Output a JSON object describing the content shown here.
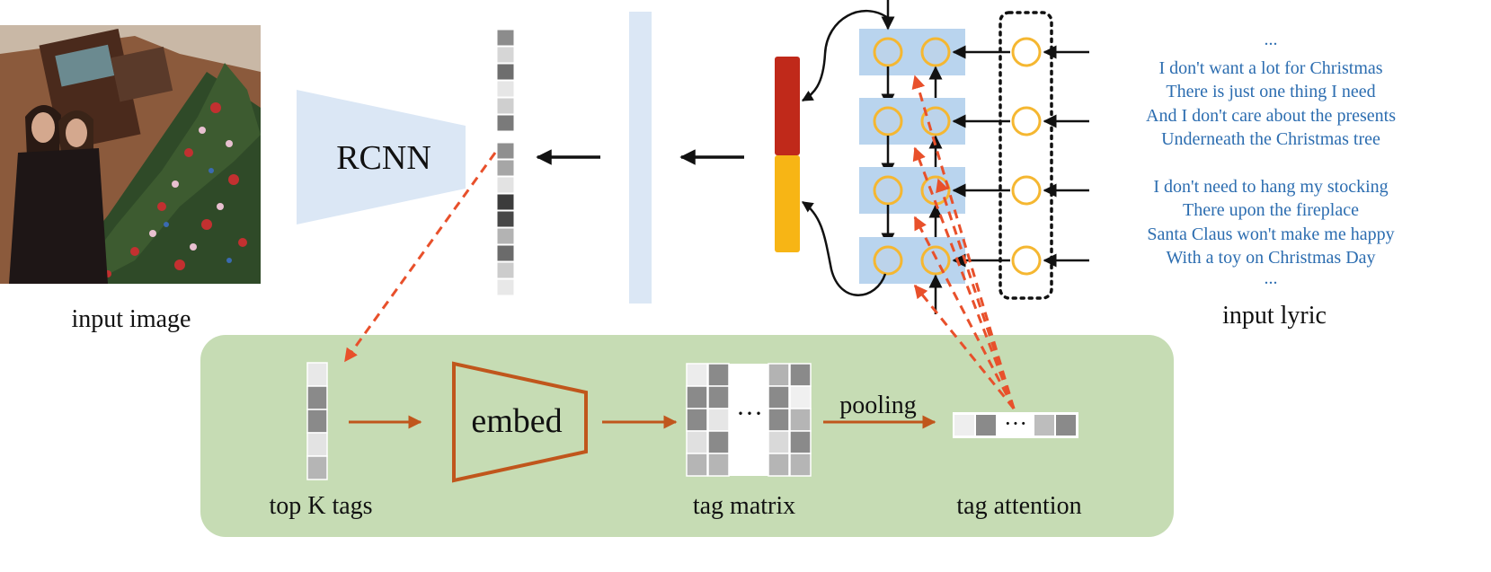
{
  "labels": {
    "rcnn": "RCNN",
    "input_image": "input image",
    "input_lyric": "input lyric",
    "embed": "embed",
    "pooling": "pooling",
    "top_k_tags": "top K tags",
    "tag_matrix": "tag matrix",
    "tag_attention": "tag attention",
    "ellipsis": "···"
  },
  "lyrics": [
    "...",
    "I don't want a lot for Christmas",
    "There is just one thing I need",
    "And I don't care about the presents",
    "Underneath the Christmas tree",
    "I don't need to hang my stocking",
    "There upon the fireplace",
    "Santa Claus won't make me happy",
    "With a toy on Christmas Day",
    "..."
  ],
  "colors": {
    "light_blue": "#dbe7f5",
    "rnn_cell": "#b9d4ee",
    "circle": "#f5b731",
    "green_panel": "#c6dcb4",
    "dashed_red": "#e8502b",
    "embed_brown": "#c0561c",
    "bar_red": "#c0291a",
    "bar_yellow": "#f7b515",
    "lyric_blue": "#2c6db0"
  }
}
